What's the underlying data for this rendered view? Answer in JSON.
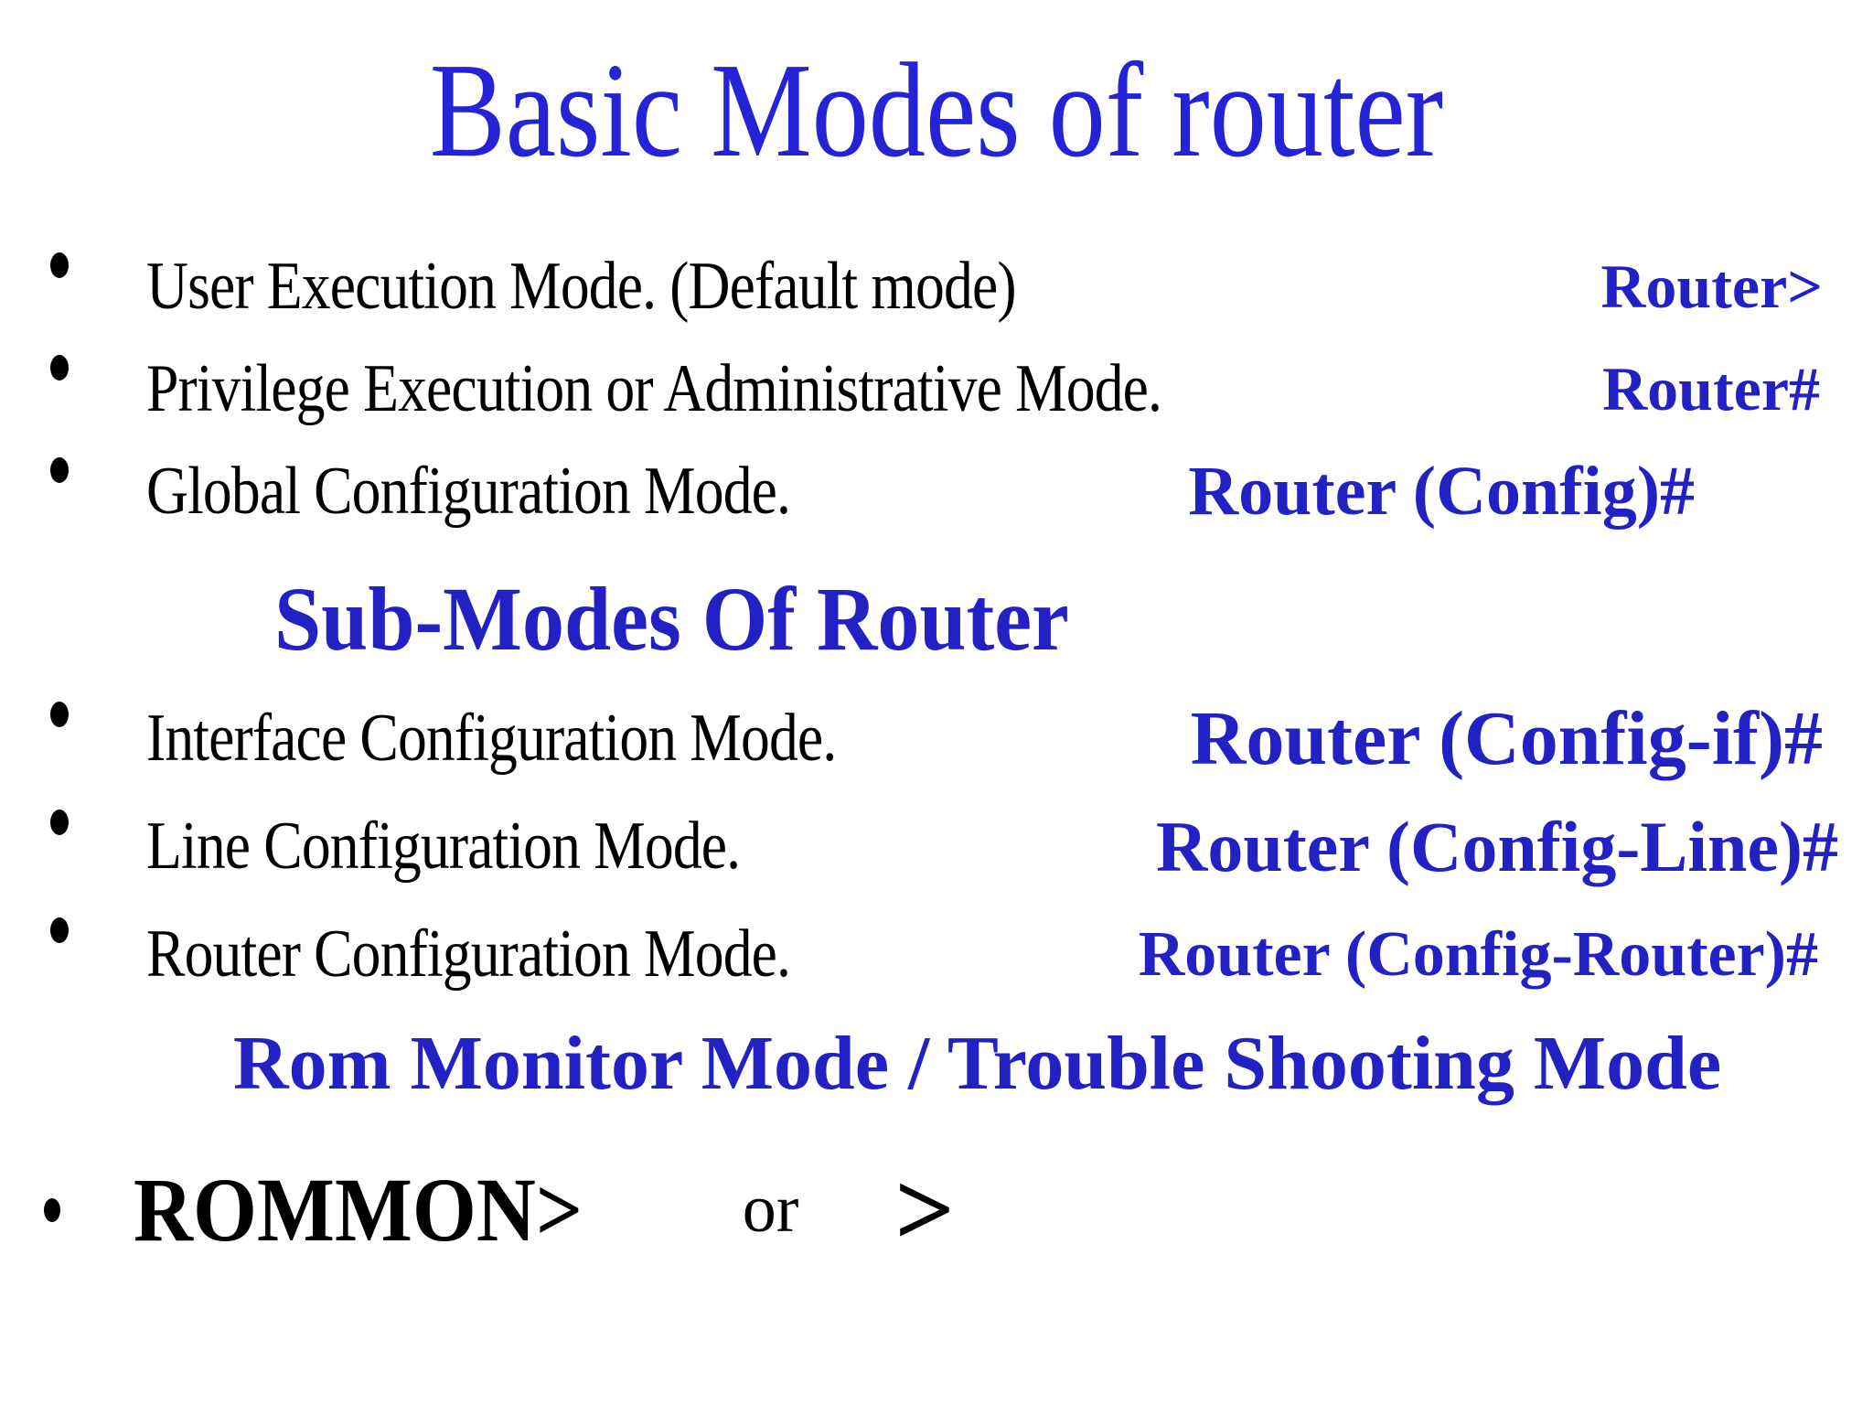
{
  "slide": {
    "title": "Basic Modes of router",
    "colors": {
      "background": "#ffffff",
      "title_blue": "#2424d6",
      "prompt_blue": "#2222c4",
      "text_black": "#000000"
    },
    "basic_modes": [
      {
        "label": "User Execution Mode. (Default mode)",
        "prompt": "Router>"
      },
      {
        "label": "Privilege Execution or Administrative Mode.",
        "prompt": "Router#"
      },
      {
        "label": "Global Configuration Mode.",
        "prompt": "Router (Config)#"
      }
    ],
    "sub_modes_heading": "Sub-Modes Of Router",
    "sub_modes": [
      {
        "label": "Interface Configuration Mode.",
        "prompt": "Router (Config-if)#"
      },
      {
        "label": "Line Configuration Mode.",
        "prompt": "Router (Config-Line)#"
      },
      {
        "label": "Router Configuration Mode.",
        "prompt": "Router (Config-Router)#"
      }
    ],
    "rom_monitor_heading": "Rom Monitor Mode / Trouble Shooting Mode",
    "rommon": {
      "prompt": "ROMMON>",
      "separator": "or",
      "alt_prompt": ">"
    }
  }
}
